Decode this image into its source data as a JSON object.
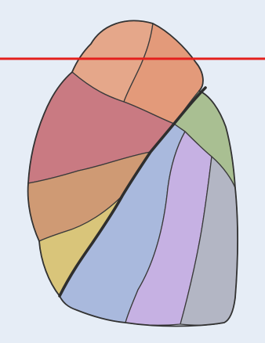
{
  "segments": [
    {
      "id": "upper-apical-anterior",
      "color": "#e5a78a"
    },
    {
      "id": "upper-apical-posterior",
      "color": "#e39a7a"
    },
    {
      "id": "upper-anterior",
      "color": "#c97a82"
    },
    {
      "id": "upper-lateral",
      "color": "#cf9a74"
    },
    {
      "id": "upper-inferior",
      "color": "#d9c57a"
    },
    {
      "id": "lower-superior",
      "color": "#a9bf92"
    },
    {
      "id": "lower-anterior-basal",
      "color": "#a9b9dd"
    },
    {
      "id": "lower-lateral-basal",
      "color": "#c6b1e3"
    },
    {
      "id": "lower-posterior-basal",
      "color": "#b3b6c4"
    }
  ],
  "marker_color": "#e4201d",
  "background_color": "#e6edf6"
}
